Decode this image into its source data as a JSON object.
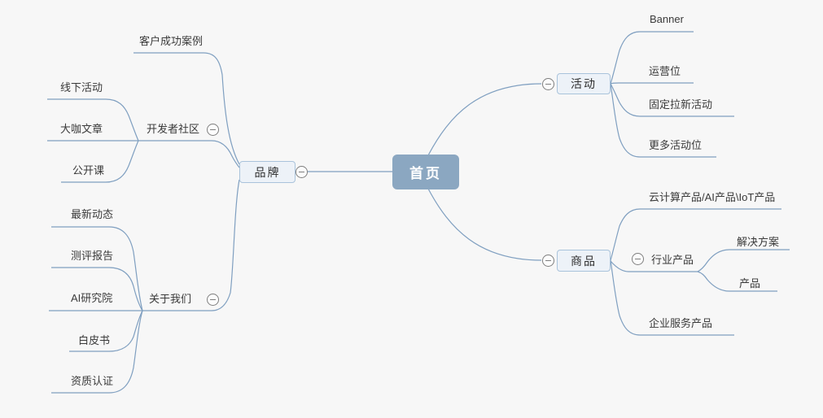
{
  "colors": {
    "background": "#f7f7f7",
    "branch_line": "#7f9fc0",
    "root_fill": "#8ba7c1",
    "root_text": "#ffffff",
    "topic_box_fill": "#edf2f8",
    "topic_box_border": "#a9c3db",
    "node_text": "#3a3a3a",
    "collapse_icon_border": "#7e7e7e"
  },
  "icons": {
    "collapse": "minus-circle"
  },
  "map": {
    "root": {
      "label": "首页"
    },
    "left_branch": {
      "label": "品牌",
      "children": {
        "customer_cases": {
          "label": "客户成功案例"
        },
        "dev_community": {
          "label": "开发者社区",
          "children": {
            "offline_events": {
              "label": "线下活动"
            },
            "expert_articles": {
              "label": "大咖文章"
            },
            "open_courses": {
              "label": "公开课"
            }
          }
        },
        "about_us": {
          "label": "关于我们",
          "children": {
            "latest_news": {
              "label": "最新动态"
            },
            "review_reports": {
              "label": "测评报告"
            },
            "ai_institute": {
              "label": "AI研究院"
            },
            "white_paper": {
              "label": "白皮书"
            },
            "certifications": {
              "label": "资质认证"
            }
          }
        }
      }
    },
    "right_top_branch": {
      "label": "活动",
      "children": {
        "banner": {
          "label": "Banner"
        },
        "ops_slot": {
          "label": "运营位"
        },
        "fixed_campaigns": {
          "label": "固定拉新活动"
        },
        "more_slots": {
          "label": "更多活动位"
        }
      }
    },
    "right_bottom_branch": {
      "label": "商品",
      "children": {
        "cloud_ai_iot": {
          "label": "云计算产品/AI产品\\IoT产品"
        },
        "industry_products": {
          "label": "行业产品",
          "children": {
            "solutions": {
              "label": "解决方案"
            },
            "products": {
              "label": "产品"
            }
          }
        },
        "enterprise_services": {
          "label": "企业服务产品"
        }
      }
    }
  }
}
